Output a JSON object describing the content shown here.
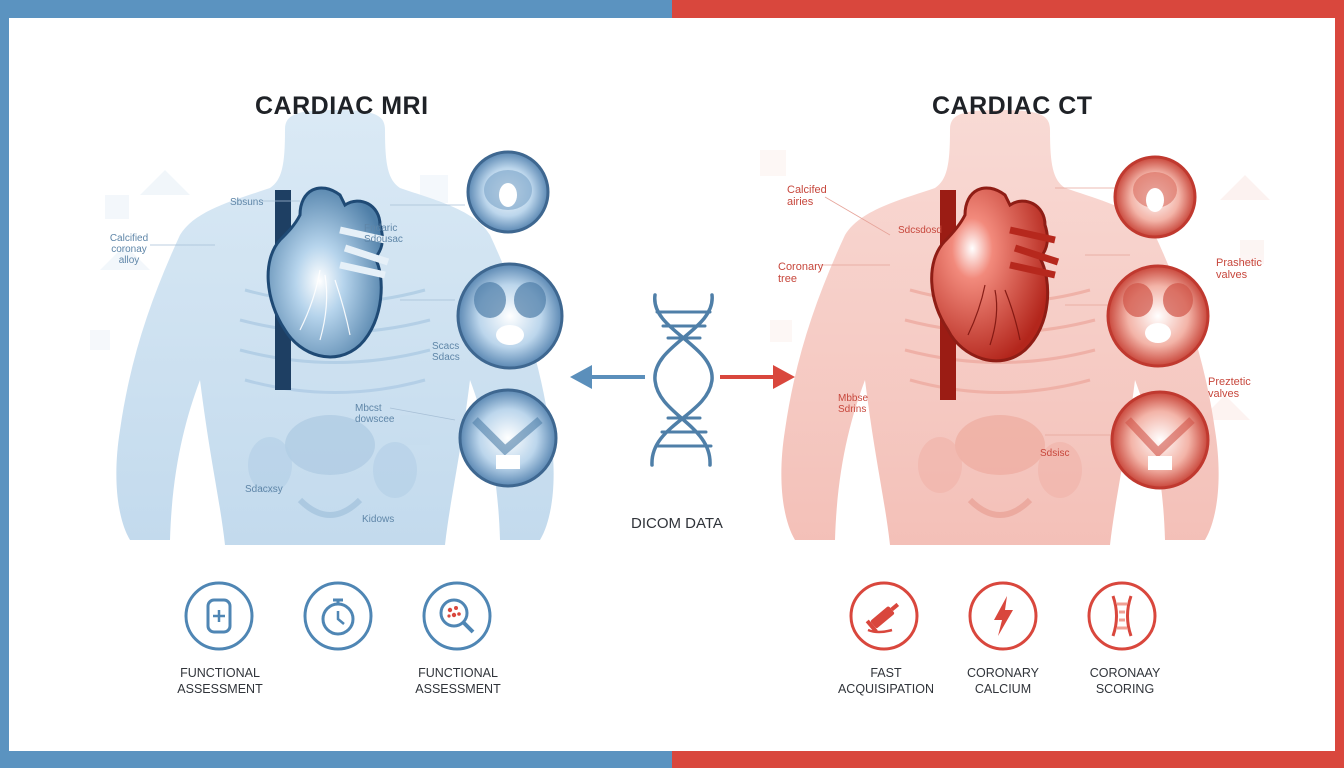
{
  "colors": {
    "mri": "#5b93c0",
    "ct": "#d9473d",
    "text": "#30343a"
  },
  "mri": {
    "title": "CARDIAC MRI",
    "annotations": [
      "Sbsuns",
      "Calcified coronay alloy",
      "Fndaric Sdousac",
      "Scacs Sdacs",
      "Mbcst dowscee",
      "Sdacxsy",
      "Kidows"
    ],
    "icons": [
      {
        "icon": "cell-phone-icon",
        "label_lines": [
          "FUNCTIONAL",
          "ASSESSMENT"
        ]
      },
      {
        "icon": "stopwatch-icon",
        "label_lines": [
          "",
          ""
        ]
      },
      {
        "icon": "magnifier-cells-icon",
        "label_lines": [
          "FUNCTIONAL",
          "ASSESSMENT"
        ]
      }
    ]
  },
  "ct": {
    "title": "CARDIAC CT",
    "annotations": [
      "Calcifed airies",
      "Coronary tree",
      "Prashetic valves",
      "Preztetic valves",
      "Mbbse Sdrins",
      "Sdcsdosd",
      "Sdsisc"
    ],
    "icons": [
      {
        "icon": "syringe-icon",
        "label_lines": [
          "FAST",
          "ACQUISIPATION"
        ]
      },
      {
        "icon": "lightning-icon",
        "label_lines": [
          "CORONARY",
          "CALCIUM"
        ]
      },
      {
        "icon": "artery-icon",
        "label_lines": [
          "CORONAAY",
          "SCORING"
        ]
      }
    ]
  },
  "center": {
    "label": "DICOM DATA",
    "icon": "dna-helix-icon"
  }
}
